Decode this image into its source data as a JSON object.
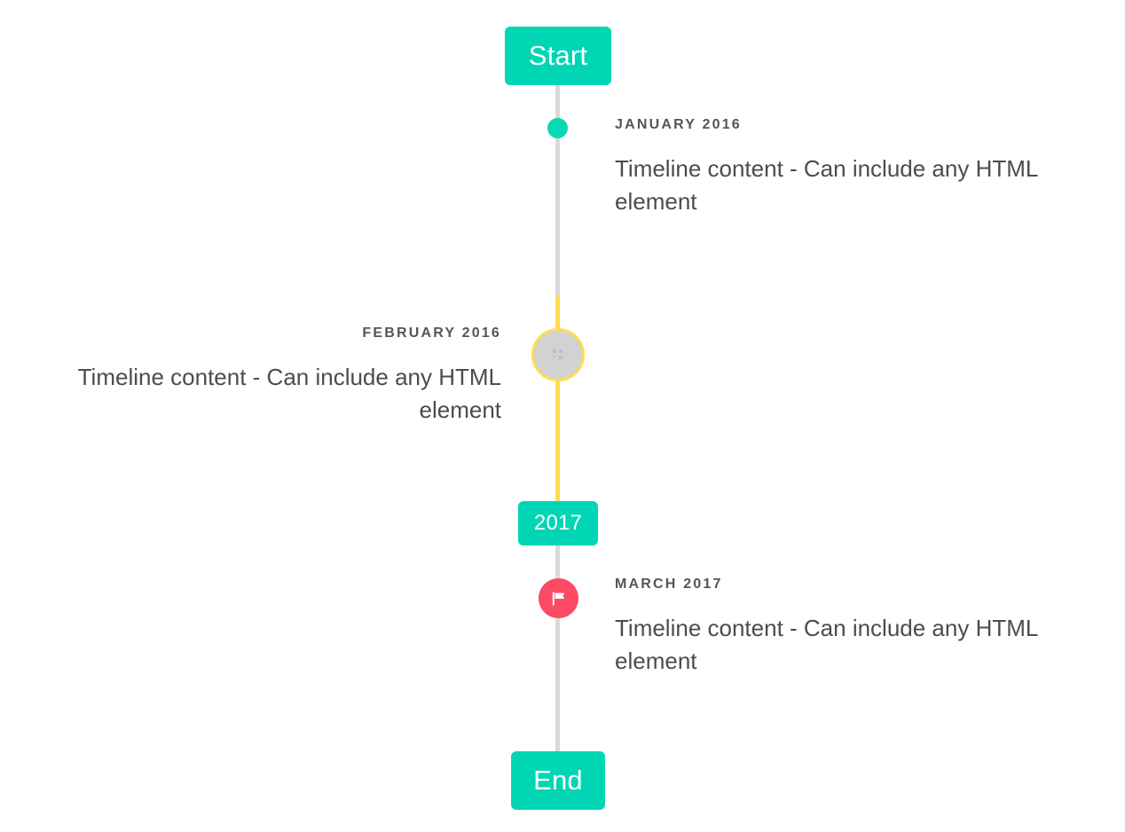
{
  "timeline": {
    "background_color": "#ffffff",
    "accent_color": "#00d6b4",
    "line_color_default": "#d9d9d9",
    "line_color_highlight": "#ffdc50",
    "marker_flag_color": "#fb4a64",
    "caps": {
      "start_label": "Start",
      "middle_label": "2017",
      "end_label": "End"
    },
    "entries": [
      {
        "id": "january-2016",
        "date": "JANUARY 2016",
        "body": "Timeline content - Can include any HTML element",
        "side": "right",
        "marker": "dot-icon",
        "marker_color": "#07d9b4"
      },
      {
        "id": "february-2016",
        "date": "FEBRUARY 2016",
        "body": "Timeline content - Can include any HTML element",
        "side": "left",
        "marker": "broken-image-icon",
        "marker_color": "#d2d2d2",
        "marker_ring_color": "#ffdc50"
      },
      {
        "id": "march-2017",
        "date": "MARCH 2017",
        "body": "Timeline content - Can include any HTML element",
        "side": "right",
        "marker": "flag-icon",
        "marker_color": "#fb4a64"
      }
    ]
  }
}
